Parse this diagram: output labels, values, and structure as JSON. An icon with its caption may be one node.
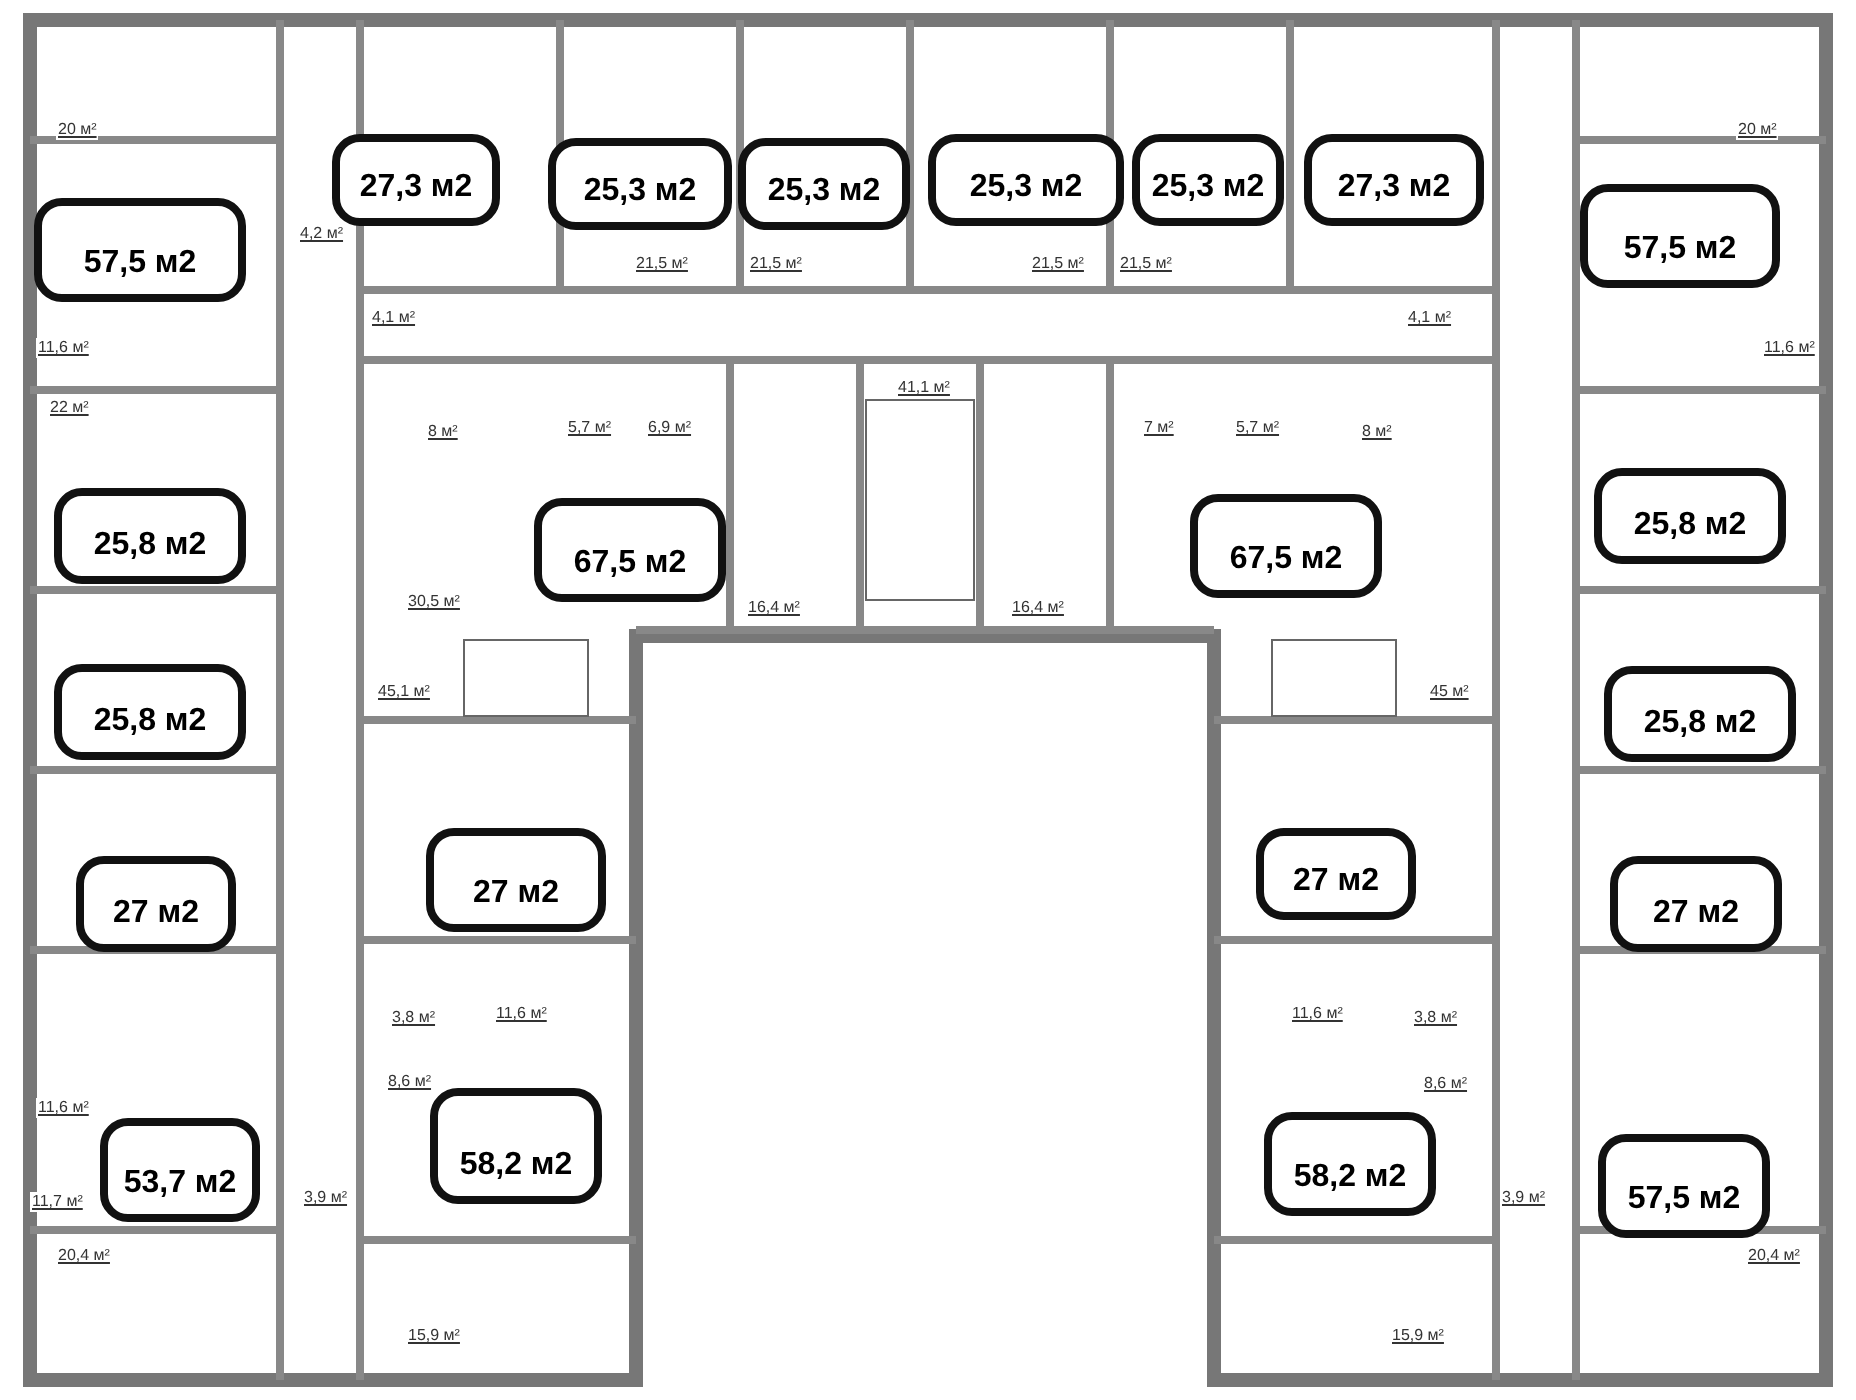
{
  "diagram": {
    "nodes": [
      {
        "text": [
          "27,3 м2"
        ]
      },
      {
        "text": [
          "25,3 м2"
        ]
      },
      {
        "text": [
          "25,3 м2"
        ]
      },
      {
        "text": [
          "25,3 м2"
        ]
      },
      {
        "text": [
          "25,3 м2"
        ]
      },
      {
        "text": [
          "27,3 м2"
        ]
      },
      {
        "text": [
          "57,5 м2"
        ]
      },
      {
        "text": [
          "57,5 м2"
        ]
      },
      {
        "text": [
          "25,8 м2"
        ]
      },
      {
        "text": [
          "67,5 м2"
        ]
      },
      {
        "text": [
          "67,5 м2"
        ]
      },
      {
        "text": [
          "25,8 м2"
        ]
      },
      {
        "text": [
          "25,8 м2"
        ]
      },
      {
        "text": [
          "25,8 м2"
        ]
      },
      {
        "text": [
          "27 м2"
        ]
      },
      {
        "text": [
          "27 м2"
        ]
      },
      {
        "text": [
          "27 м2"
        ]
      },
      {
        "text": [
          "27 м2"
        ]
      },
      {
        "text": [
          "53,7 м2"
        ]
      },
      {
        "text": [
          "58,2 м2"
        ]
      },
      {
        "text": [
          "58,2 м2"
        ]
      },
      {
        "text": [
          "57,5 м2"
        ]
      }
    ],
    "edges": [],
    "labels": [
      "20 м²",
      "20 м²",
      "4,2 м²",
      "21,5 м²",
      "21,5 м²",
      "21,5 м²",
      "21,5 м²",
      "4,1 м²",
      "4,1 м²",
      "11,6 м²",
      "11,6 м²",
      "41,1 м²",
      "8 м²",
      "5,7 м²",
      "6,9 м²",
      "7 м²",
      "5,7 м²",
      "8 м²",
      "22 м²",
      "30,5 м²",
      "16,4 м²",
      "16,4 м²",
      "45,1 м²",
      "45 м²",
      "3,8 м²",
      "11,6 м²",
      "11,6 м²",
      "3,8 м²",
      "8,6 м²",
      "8,6 м²",
      "11,6 м²",
      "11,7 м²",
      "3,9 м²",
      "3,9 м²",
      "20,4 м²",
      "20,4 м²",
      "15,9 м²",
      "15,9 м²"
    ]
  }
}
